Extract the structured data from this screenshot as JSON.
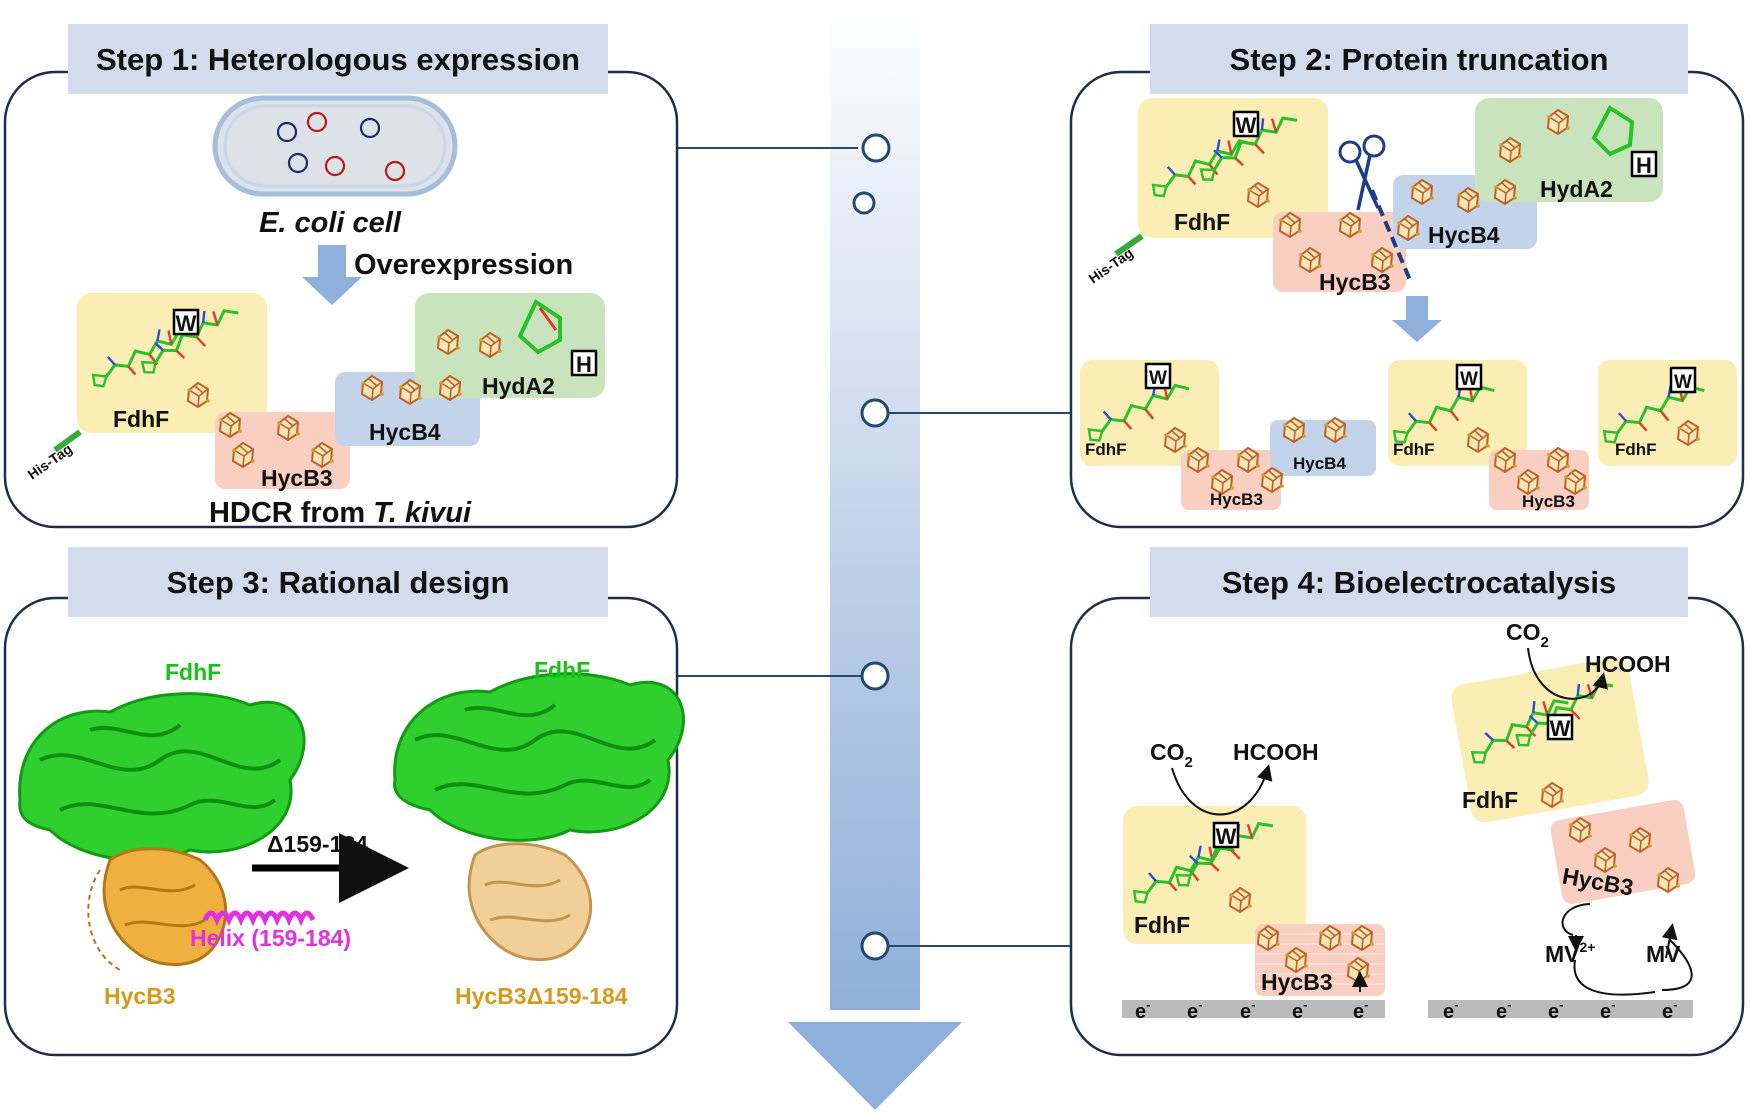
{
  "steps": {
    "step1": {
      "title": "Step 1: Heterologous expression",
      "cell_label": "E. coli cell",
      "arrow_label": "Overexpression",
      "hdcr_prefix": "HDCR from ",
      "hdcr_species": "T. kivui",
      "fdhf": "FdhF",
      "hycb3": "HycB3",
      "hycb4": "HycB4",
      "hyda2": "HydA2",
      "w_badge": "W",
      "h_badge": "H",
      "his_tag": "His-Tag"
    },
    "step2": {
      "title": "Step 2: Protein truncation",
      "fdhf": "FdhF",
      "hycb3": "HycB3",
      "hycb4": "HycB4",
      "hyda2": "HydA2",
      "w_badge": "W",
      "h_badge": "H",
      "his_tag": "His-Tag",
      "variants": [
        {
          "fdhf": "FdhF",
          "hycb3": "HycB3",
          "hycb4": "HycB4",
          "w": "W"
        },
        {
          "fdhf": "FdhF",
          "hycb3": "HycB3",
          "w": "W"
        },
        {
          "fdhf": "FdhF",
          "w": "W"
        }
      ]
    },
    "step3": {
      "title": "Step 3: Rational design",
      "fdhf_left": "FdhF",
      "fdhf_right": "FdhF",
      "hycb3_left": "HycB3",
      "hycb3_right": "HycB3Δ159-184",
      "helix_label": "Helix (159-184)",
      "deletion_label": "Δ159-184"
    },
    "step4": {
      "title": "Step 4: Bioelectrocatalysis",
      "left": {
        "substrate": "CO",
        "sub_subscript": "2",
        "product": "HCOOH",
        "fdhf": "FdhF",
        "hycb3": "HycB3",
        "w": "W"
      },
      "right": {
        "substrate": "CO",
        "sub_subscript": "2",
        "product": "HCOOH",
        "fdhf": "FdhF",
        "hycb3": "HycB3",
        "w": "W",
        "mediator_ox": "MV",
        "mediator_ox_sup": "2+",
        "mediator_red": "MV"
      },
      "electron": "e",
      "electron_sup": "-"
    }
  },
  "colors": {
    "title_bg": "#d2dcec",
    "fdhf_bg": "#fbeeb4",
    "hycb3_bg": "#f9cfc1",
    "hycb4_bg": "#c3d3ea",
    "hyda2_bg": "#c9e4bd",
    "timeline": "#a4bde0",
    "helix": "#e030e0",
    "fdhf_text_green": "#16c216",
    "hycb3_text_orange": "#d49a1a"
  }
}
